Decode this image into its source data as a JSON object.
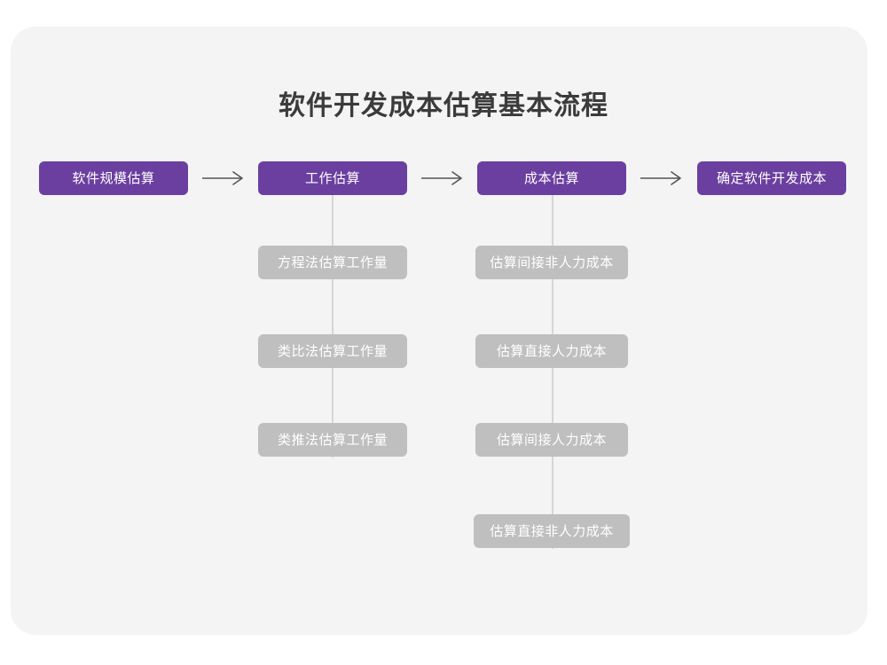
{
  "diagram": {
    "title": "软件开发成本估算基本流程",
    "colors": {
      "page_background": "#ffffff",
      "card_background": "#f4f4f5",
      "primary_node": "#6b3fa0",
      "secondary_node": "#bfbfbf",
      "connector": "#d6d6d6",
      "arrow": "#555555",
      "title_text": "#3b3b3b",
      "node_text": "#ffffff"
    },
    "main_flow": [
      {
        "label": "软件规模估算"
      },
      {
        "label": "工作估算"
      },
      {
        "label": "成本估算"
      },
      {
        "label": "确定软件开发成本"
      }
    ],
    "arrows": [
      {
        "name": "arrow-1",
        "glyph": "→"
      },
      {
        "name": "arrow-2",
        "glyph": "→"
      },
      {
        "name": "arrow-3",
        "glyph": "→"
      }
    ],
    "effort_branch": {
      "parent": "工作估算",
      "items": [
        {
          "label": "方程法估算工作量"
        },
        {
          "label": "类比法估算工作量"
        },
        {
          "label": "类推法估算工作量"
        }
      ]
    },
    "cost_branch": {
      "parent": "成本估算",
      "items": [
        {
          "label": "估算间接非人力成本"
        },
        {
          "label": "估算直接人力成本"
        },
        {
          "label": "估算间接人力成本"
        },
        {
          "label": "估算直接非人力成本"
        }
      ]
    }
  }
}
